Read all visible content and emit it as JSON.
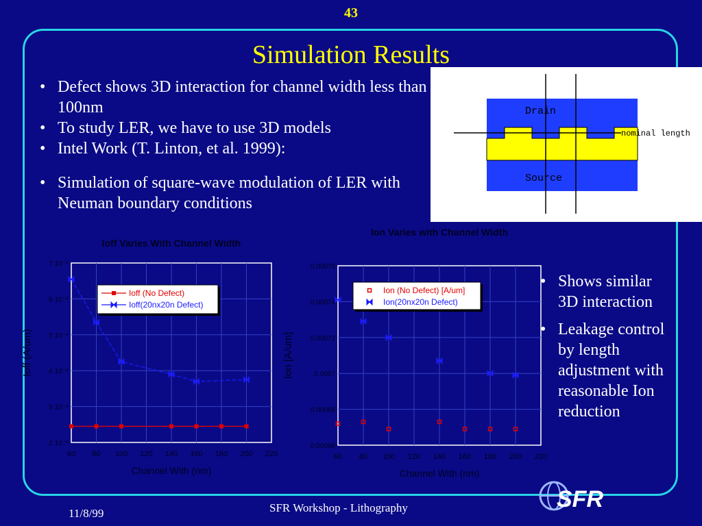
{
  "page_number": "43",
  "title": "Simulation Results",
  "bullets_top": [
    "Defect shows 3D interaction for channel width less than 100nm",
    "To study LER, we have to use 3D models",
    "Intel Work (T. Linton, et al. 1999):"
  ],
  "bullets_mid": [
    "Simulation of square-wave modulation of LER with Neuman boundary conditions"
  ],
  "bullets_right": [
    "Shows similar 3D interaction",
    "Leakage control by length adjustment with reasonable Ion reduction"
  ],
  "bullet_char": "•",
  "diagram": {
    "drain_label": "Drain",
    "source_label": "Source",
    "annotation": "nominal length",
    "colors": {
      "blue": "#1f3dff",
      "yellow": "#ffff00",
      "line": "#000000"
    }
  },
  "footer": {
    "date": "11/8/99",
    "center": "SFR Workshop - Lithography"
  },
  "logo_text": "SFR",
  "chart_data": [
    {
      "type": "line",
      "title": "Ioff Varies With Channel Width",
      "xlabel": "Channel With (nm)",
      "ylabel": "Ioff (A/um)",
      "x_ticks": [
        "60",
        "80",
        "100",
        "120",
        "140",
        "160",
        "180",
        "200",
        "220"
      ],
      "y_ticks": [
        "7 10⁻⁶",
        "6 10⁻⁶",
        "5 10⁻⁶",
        "4 10⁻⁶",
        "3 10⁻⁶",
        "2 10⁻⁶"
      ],
      "xlim": [
        60,
        220
      ],
      "ylim": [
        2e-06,
        7e-06
      ],
      "grid": true,
      "legend": "top-right",
      "series": [
        {
          "name": "Ioff (No Defect)",
          "color": "#e00000",
          "marker": "square",
          "x": [
            60,
            80,
            100,
            140,
            160,
            180,
            200
          ],
          "y": [
            2.45e-06,
            2.45e-06,
            2.45e-06,
            2.45e-06,
            2.45e-06,
            2.45e-06,
            2.45e-06
          ]
        },
        {
          "name": "Ioff(20nx20n Defect)",
          "color": "#1a1aff",
          "marker": "bowtie",
          "dashed": true,
          "x": [
            60,
            80,
            100,
            140,
            160,
            200
          ],
          "y": [
            6.55e-06,
            5.35e-06,
            4.25e-06,
            3.9e-06,
            3.7e-06,
            3.75e-06
          ]
        }
      ]
    },
    {
      "type": "scatter",
      "title": "Ion Varies with Channel Width",
      "xlabel": "Channel With (nm)",
      "ylabel": "Ion [A/um]",
      "x_ticks": [
        "60",
        "80",
        "100",
        "120",
        "140",
        "160",
        "180",
        "200",
        "220"
      ],
      "y_ticks": [
        "0.00076",
        "0.00074",
        "0.00072",
        "0.0007",
        "0.00068",
        "0.00066"
      ],
      "xlim": [
        60,
        220
      ],
      "ylim": [
        0.00066,
        0.00076
      ],
      "grid": true,
      "legend": "top-right",
      "series": [
        {
          "name": "Ion (No Defect) [A/um]",
          "color": "#e00000",
          "marker": "open-square",
          "x": [
            60,
            80,
            100,
            140,
            160,
            180,
            200
          ],
          "y": [
            0.000672,
            0.000673,
            0.000669,
            0.000673,
            0.000669,
            0.000669,
            0.000669
          ]
        },
        {
          "name": "Ion(20nx20n Defect)",
          "color": "#1a1aff",
          "marker": "bowtie",
          "x": [
            60,
            80,
            100,
            140,
            180,
            200
          ],
          "y": [
            0.000741,
            0.000729,
            0.00072,
            0.000707,
            0.0007,
            0.000699
          ]
        }
      ]
    }
  ]
}
